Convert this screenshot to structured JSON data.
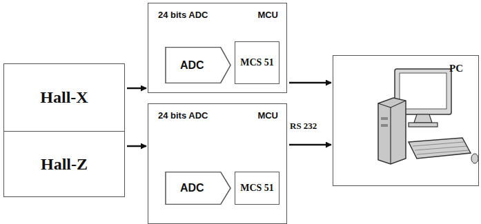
{
  "diagram": {
    "nodes": [
      {
        "text": [
          "Hall-X"
        ]
      },
      {
        "text": [
          "Hall-Z"
        ]
      },
      {
        "text": [
          "24 bits ADC",
          "MCU"
        ]
      },
      {
        "text": [
          "ADC"
        ],
        "in": 2
      },
      {
        "text": [
          "MCS 51"
        ],
        "in": 2
      },
      {
        "text": [
          "24 bits ADC",
          "MCU"
        ]
      },
      {
        "text": [
          "ADC"
        ],
        "in": 5
      },
      {
        "text": [
          "MCS 51"
        ],
        "in": 5
      },
      {
        "text": [
          "PC"
        ]
      }
    ],
    "edges": [
      {
        "from": 0,
        "to": 2,
        "arrow": "to"
      },
      {
        "from": 1,
        "to": 5,
        "arrow": "to"
      },
      {
        "from": 2,
        "to": 8,
        "arrow": "to"
      },
      {
        "from": 5,
        "to": 8,
        "arrow": "to"
      }
    ],
    "labels": [
      "RS 232"
    ]
  }
}
